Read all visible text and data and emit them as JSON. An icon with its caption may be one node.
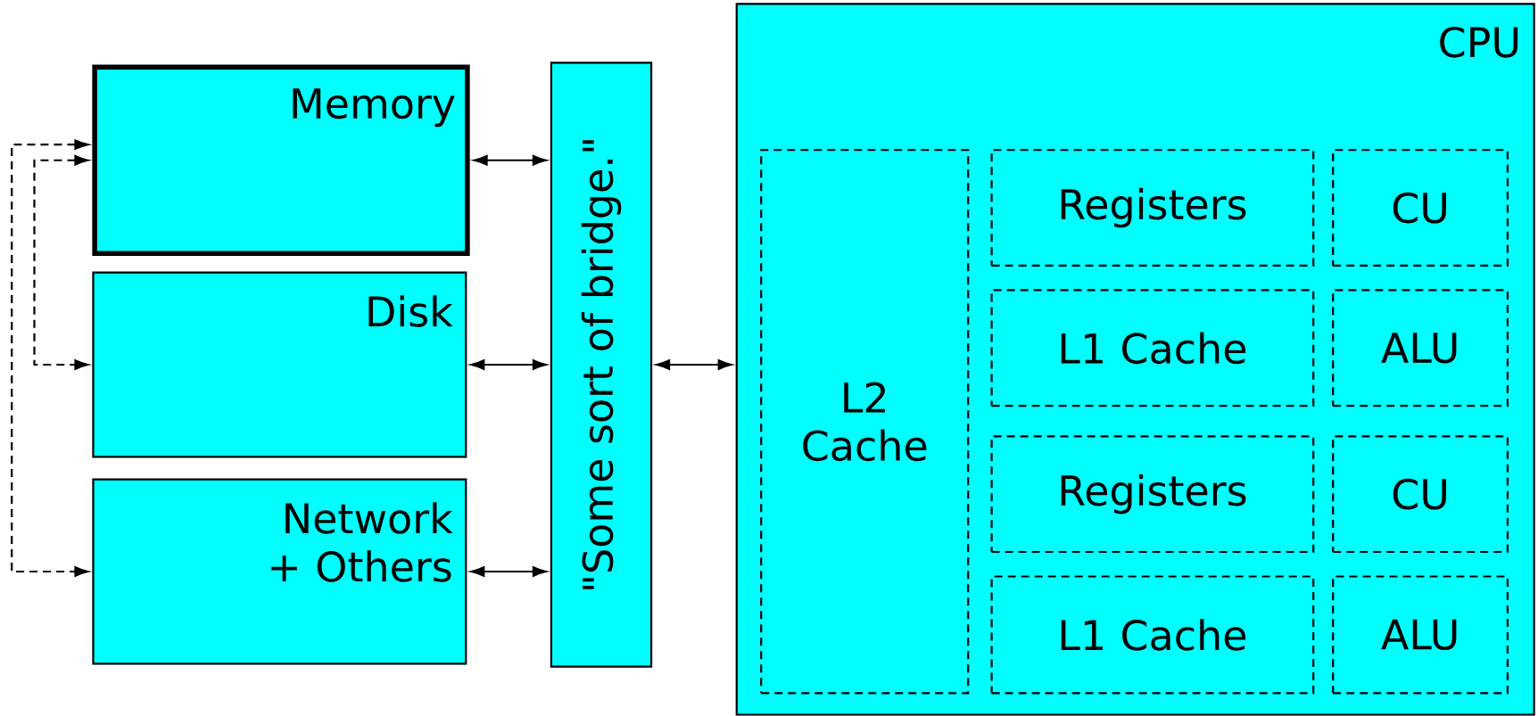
{
  "diagram": {
    "nodes": [
      {
        "text": [
          "Memory"
        ]
      },
      {
        "text": [
          "Disk"
        ]
      },
      {
        "text": [
          "Network + Others"
        ]
      },
      {
        "text": [
          "\"Some sort of bridge.\""
        ]
      },
      {
        "text": [
          "CPU"
        ]
      },
      {
        "text": [
          "L2 Cache"
        ],
        "in": 4
      },
      {
        "text": [
          "Registers"
        ],
        "in": 4
      },
      {
        "text": [
          "CU"
        ],
        "in": 4
      },
      {
        "text": [
          "L1 Cache"
        ],
        "in": 4
      },
      {
        "text": [
          "ALU"
        ],
        "in": 4
      },
      {
        "text": [
          "Registers"
        ],
        "in": 4
      },
      {
        "text": [
          "CU"
        ],
        "in": 4
      },
      {
        "text": [
          "L1 Cache"
        ],
        "in": 4
      },
      {
        "text": [
          "ALU"
        ],
        "in": 4
      }
    ],
    "edges": [
      {
        "from": 0,
        "to": 3,
        "arrow": "both"
      },
      {
        "from": 1,
        "to": 3,
        "arrow": "both"
      },
      {
        "from": 2,
        "to": 3,
        "arrow": "both"
      },
      {
        "from": 3,
        "to": 4,
        "arrow": "both"
      },
      {
        "from": 0,
        "to": 1,
        "arrow": "both",
        "style": "dashed"
      },
      {
        "from": 0,
        "to": 2,
        "arrow": "both",
        "style": "dashed"
      }
    ]
  }
}
